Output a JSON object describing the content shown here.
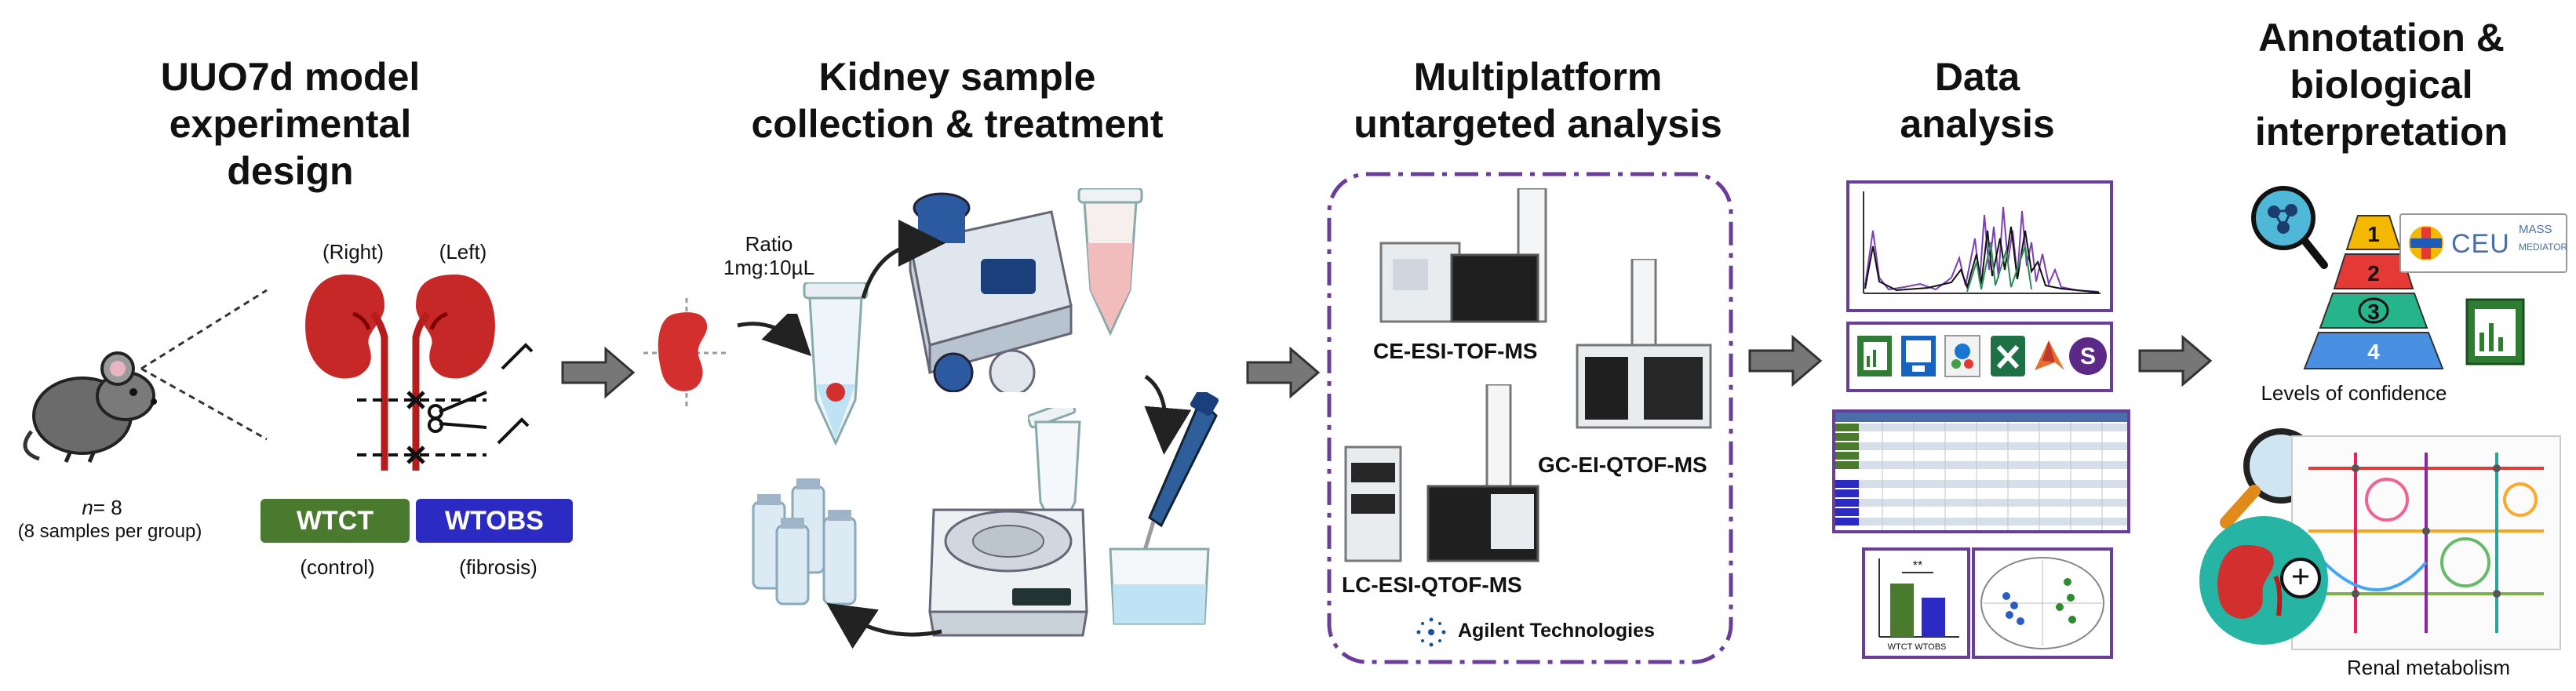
{
  "colors": {
    "wtct": "#4a7a2e",
    "wtobs": "#2b2bc4",
    "kidney": "#c62828",
    "purple": "#6a3d9a",
    "arrow": "#555555"
  },
  "section1": {
    "title": "UUO7d model\nexperimental design",
    "right_label": "(Right)",
    "left_label": "(Left)",
    "n_prefix": "n",
    "n_value": "= 8",
    "samples_note": "(8 samples per group)",
    "group_control": "WTCT",
    "group_fibrosis": "WTOBS",
    "control_note": "(control)",
    "fibrosis_note": "(fibrosis)"
  },
  "section2": {
    "title": "Kidney sample\ncollection & treatment",
    "ratio_line1": "Ratio",
    "ratio_line2": "1mg:10µL"
  },
  "section3": {
    "title": "Multiplatform\nuntargeted analysis",
    "platform_ce": "CE-ESI-TOF-MS",
    "platform_gc": "GC-EI-QTOF-MS",
    "platform_lc": "LC-ESI-QTOF-MS",
    "vendor": "Agilent Technologies"
  },
  "section4": {
    "title": "Data\nanalysis",
    "bar_groups": "WTCT WTOBS",
    "significance": "**"
  },
  "section5": {
    "title": "Annotation &\nbiological\ninterpretation",
    "ceu_main": "CEU",
    "ceu_mass": "MASS",
    "ceu_mediator": "MEDIATOR",
    "pyramid_levels": [
      "1",
      "2",
      "3",
      "4"
    ],
    "levels_caption": "Levels of confidence",
    "renal_caption": "Renal metabolism"
  }
}
